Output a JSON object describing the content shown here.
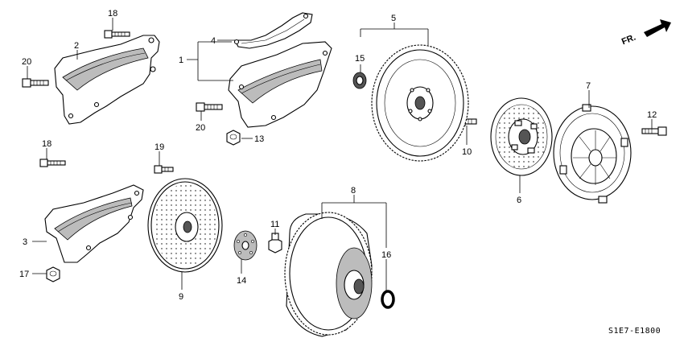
{
  "diagram_code": "S1E7-E1800",
  "direction_label": "FR.",
  "callouts": {
    "c1": "1",
    "c2": "2",
    "c3": "3",
    "c4": "4",
    "c5": "5",
    "c6": "6",
    "c7": "7",
    "c8": "8",
    "c9": "9",
    "c10": "10",
    "c11": "11",
    "c12": "12",
    "c13": "13",
    "c14": "14",
    "c15": "15",
    "c16": "16",
    "c17": "17",
    "c18a": "18",
    "c18b": "18",
    "c19": "19",
    "c20a": "20",
    "c20b": "20"
  },
  "colors": {
    "line": "#000000",
    "fill": "#ffffff",
    "shade": "#bcbcbc"
  }
}
